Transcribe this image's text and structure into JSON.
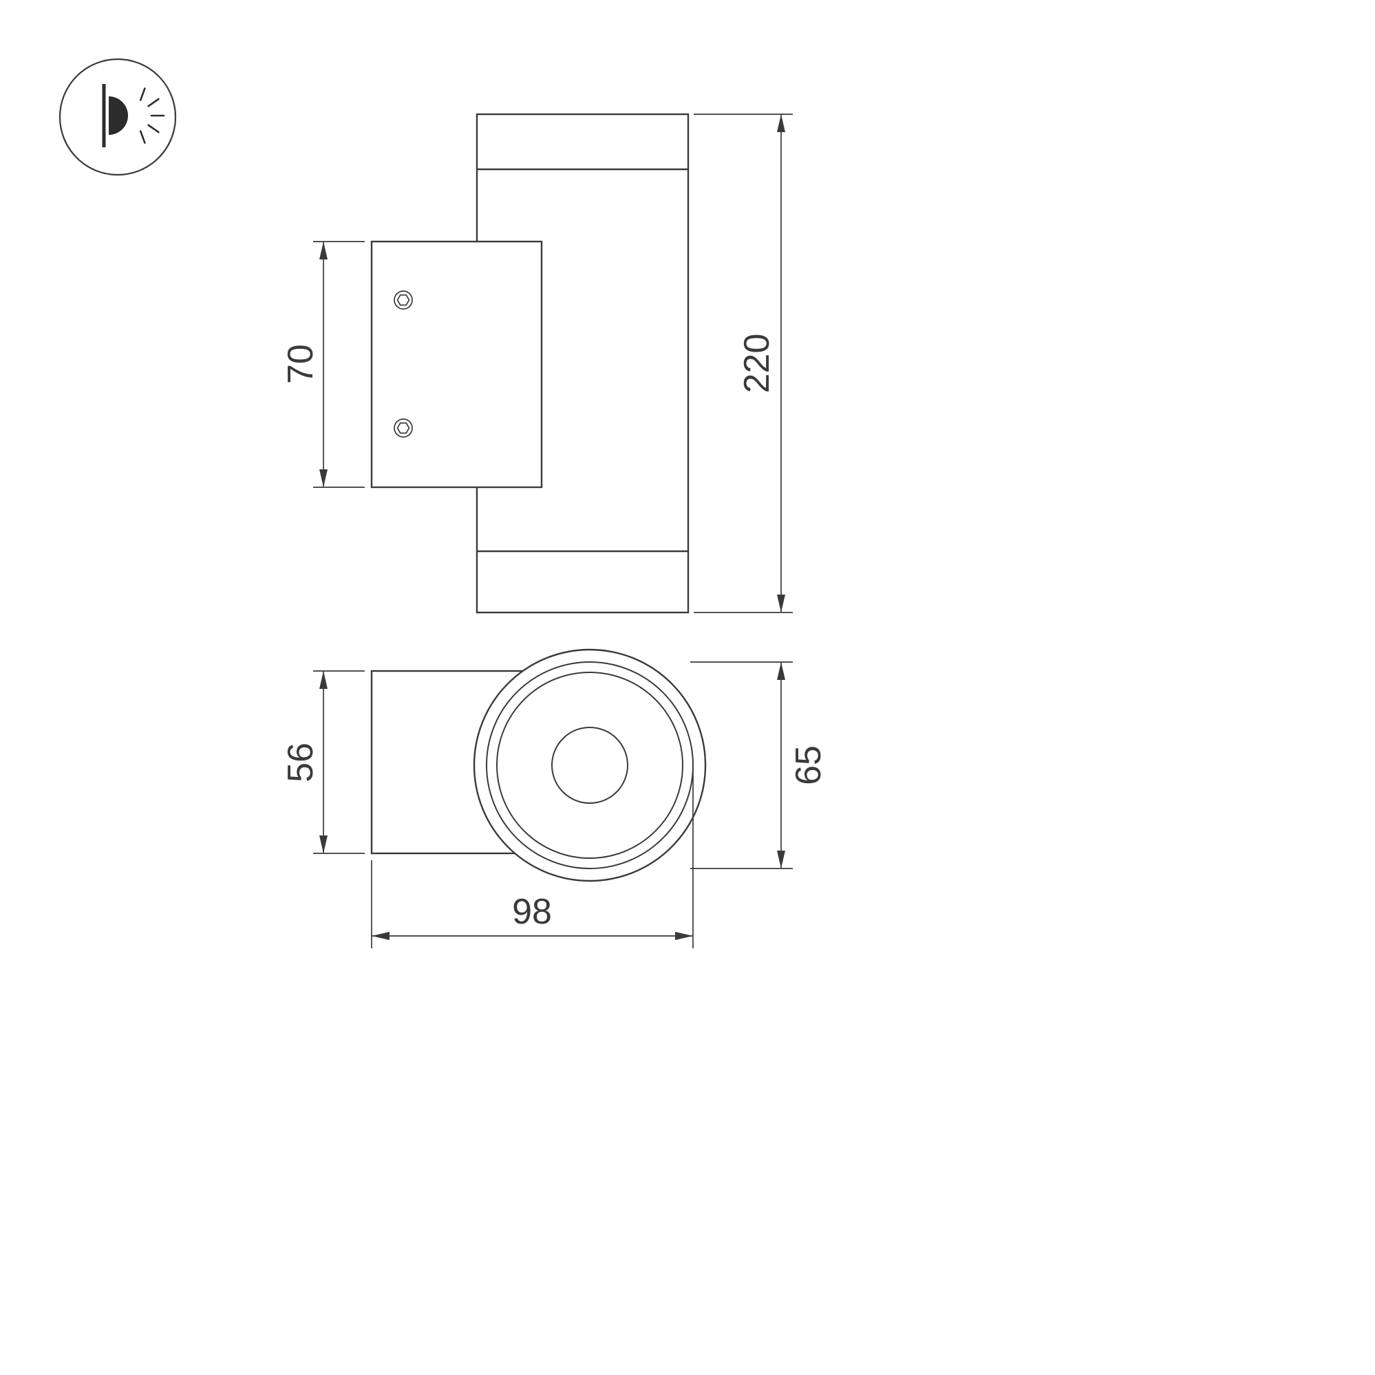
{
  "page": {
    "background": "#ffffff"
  },
  "colors": {
    "line": "#3a3a3a",
    "icon": "#2c2c2c"
  },
  "legend_icon": {
    "name": "wall-light-icon"
  },
  "dimensions": {
    "plate_height": "70",
    "total_height": "220",
    "plate_width": "56",
    "body_diameter": "65",
    "total_depth": "98"
  }
}
